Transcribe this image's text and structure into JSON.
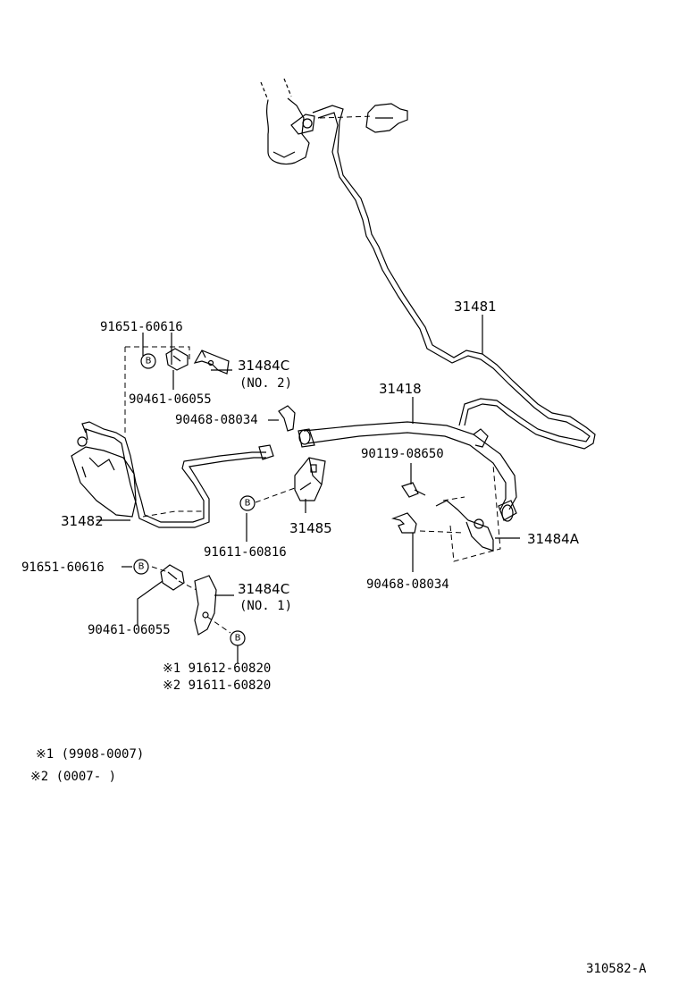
{
  "labels": {
    "p31481": "31481",
    "p31418": "31418",
    "p31482": "31482",
    "p31485": "31485",
    "p31484a": "31484A",
    "p31484c_top": "31484C",
    "p31484c_top_sub": "(NO. 2)",
    "p31484c_bot": "31484C",
    "p31484c_bot_sub": "(NO. 1)",
    "p91651_top": "91651-60616",
    "p90461_top": "90461-06055",
    "p90468_top": "90468-08034",
    "p91611": "91611-60816",
    "p90119": "90119-08650",
    "p90468_bot": "90468-08034",
    "p91651_bot": "91651-60616",
    "p90461_bot": "90461-06055",
    "p91612_marked": "※1  91612-60820",
    "p91611_marked": "※2  91611-60820"
  },
  "badge_letter": "B",
  "notes": {
    "note1": "※1 (9908-0007)",
    "note2": "※2 (0007-        )"
  },
  "diagram_id": "310582-A"
}
